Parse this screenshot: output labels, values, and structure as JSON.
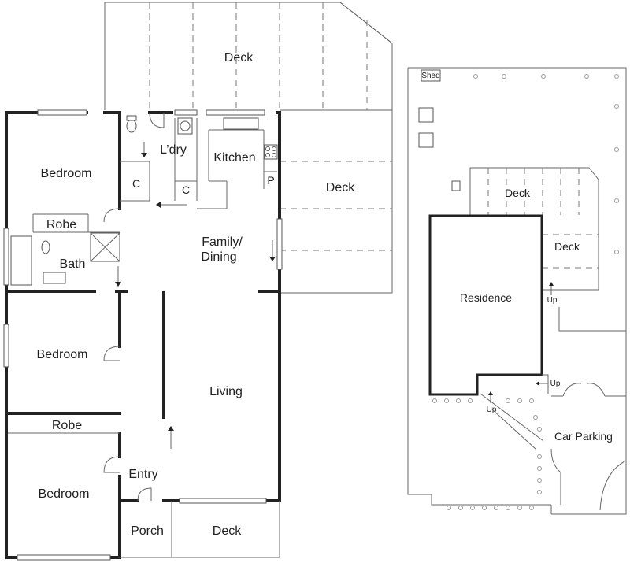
{
  "main_plan": {
    "rooms": {
      "deck_top": "Deck",
      "deck_right": "Deck",
      "bedroom_1": "Bedroom",
      "laundry": "L’dry",
      "kitchen": "Kitchen",
      "cupboard_1": "C",
      "cupboard_2": "C",
      "pantry": "P",
      "robe_1": "Robe",
      "bath": "Bath",
      "family": "Family/",
      "dining": "Dining",
      "bedroom_2": "Bedroom",
      "living": "Living",
      "robe_2": "Robe",
      "bedroom_3": "Bedroom",
      "entry": "Entry",
      "porch": "Porch",
      "deck_front": "Deck"
    }
  },
  "site_plan": {
    "labels": {
      "shed": "Shed",
      "deck_1": "Deck",
      "deck_2": "Deck",
      "residence": "Residence",
      "up_1": "Up",
      "up_2": "Up",
      "up_3": "Up",
      "car_parking": "Car Parking"
    }
  }
}
